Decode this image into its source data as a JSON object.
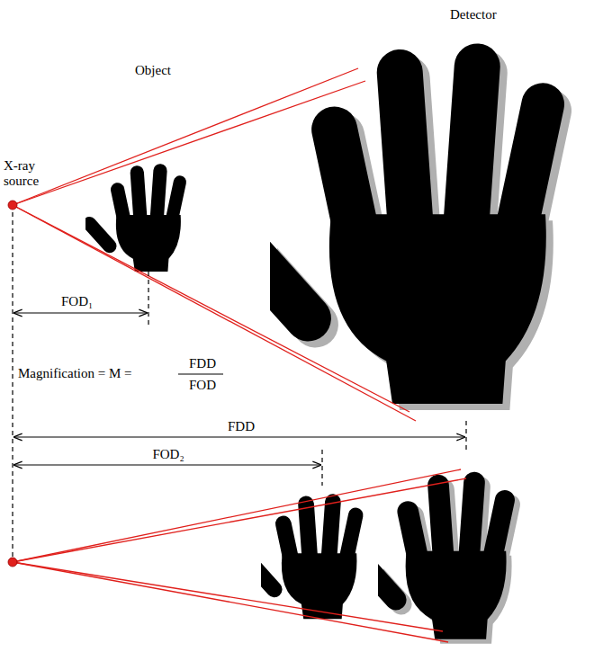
{
  "diagram": {
    "labels": [
      "Detector",
      "Object",
      "X-ray source",
      "FOD₁",
      "Magnification = M =",
      "FDD",
      "FOD",
      "FDD",
      "FOD₂"
    ]
  }
}
